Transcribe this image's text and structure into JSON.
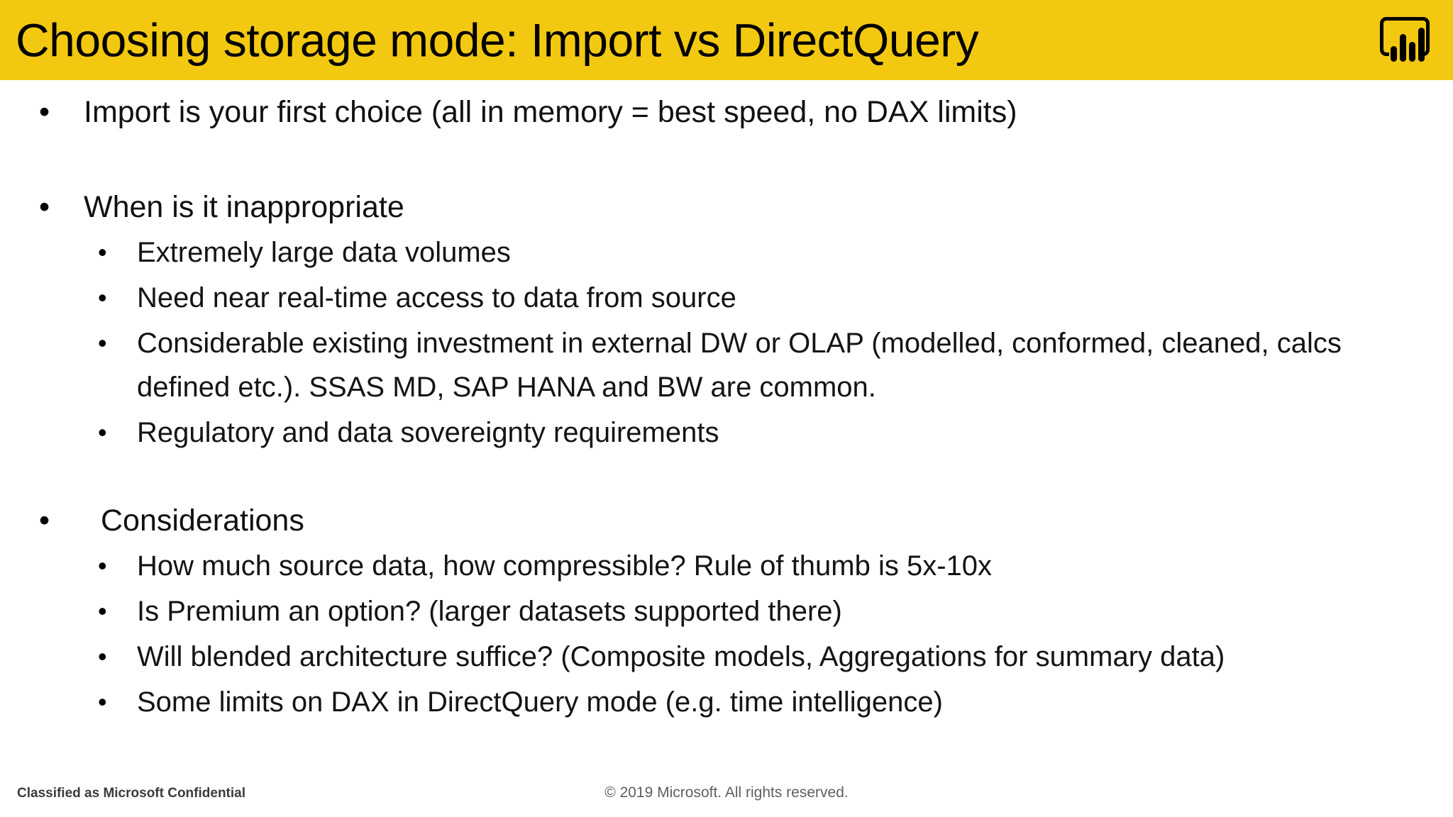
{
  "slide": {
    "title": "Choosing storage mode: Import vs DirectQuery",
    "brand_icon": "power-bi-icon",
    "accent_color": "#F2C811",
    "background_color": "#FFFFFF",
    "text_color": "#000000"
  },
  "content": {
    "bullet_marker": "•",
    "intro": {
      "text": "Import is your first choice (all in memory = best speed, no DAX limits)"
    },
    "section_inappropriate": {
      "heading": "When is it inappropriate",
      "items": [
        "Extremely large data volumes",
        "Need near real-time access to data from source",
        "Considerable existing investment in external DW or OLAP (modelled, conformed, cleaned, calcs defined etc.). SSAS MD, SAP HANA and BW are common.",
        "Regulatory and data sovereignty requirements"
      ]
    },
    "section_considerations": {
      "heading": "Considerations",
      "items": [
        "How much source data, how compressible? Rule of thumb is 5x-10x",
        "Is Premium an option? (larger datasets supported there)",
        "Will blended architecture suffice? (Composite models, Aggregations for summary data)",
        "Some limits on DAX in DirectQuery mode (e.g. time intelligence)"
      ]
    }
  },
  "footer": {
    "classification": "Classified as Microsoft Confidential",
    "copyright": "© 2019 Microsoft. All rights reserved."
  }
}
